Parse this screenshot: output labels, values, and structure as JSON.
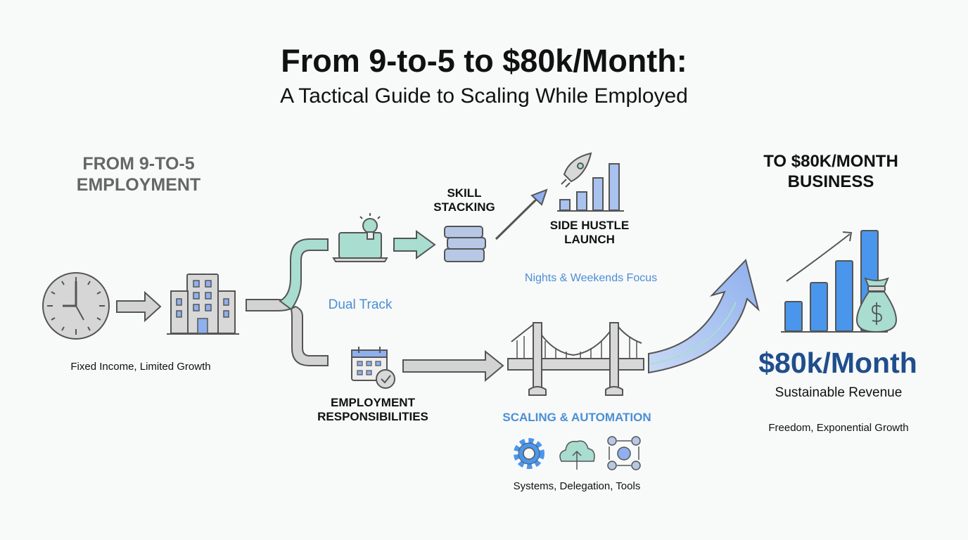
{
  "header": {
    "title": "From 9-to-5 to $80k/Month:",
    "subtitle": "A Tactical Guide to Scaling While Employed"
  },
  "start": {
    "heading_line1": "FROM 9-TO-5",
    "heading_line2": "EMPLOYMENT",
    "caption": "Fixed Income, Limited Growth"
  },
  "dual_track": {
    "label": "Dual Track",
    "skill_line1": "SKILL",
    "skill_line2": "STACKING",
    "side_line1": "SIDE HUSTLE",
    "side_line2": "LAUNCH",
    "side_caption": "Nights & Weekends Focus",
    "emp_line1": "EMPLOYMENT",
    "emp_line2": "RESPONSIBILITIES",
    "scaling_label": "SCALING & AUTOMATION",
    "scaling_caption": "Systems, Delegation, Tools"
  },
  "end": {
    "heading_line1": "TO $80K/MONTH",
    "heading_line2": "BUSINESS",
    "amount": "$80k/Month",
    "amount_caption": "Sustainable Revenue",
    "caption": "Freedom, Exponential Growth"
  },
  "colors": {
    "teal": "#a8ddd0",
    "blue": "#4a8fd6",
    "navy": "#1f4e8c",
    "grey": "#d3d3d3"
  }
}
